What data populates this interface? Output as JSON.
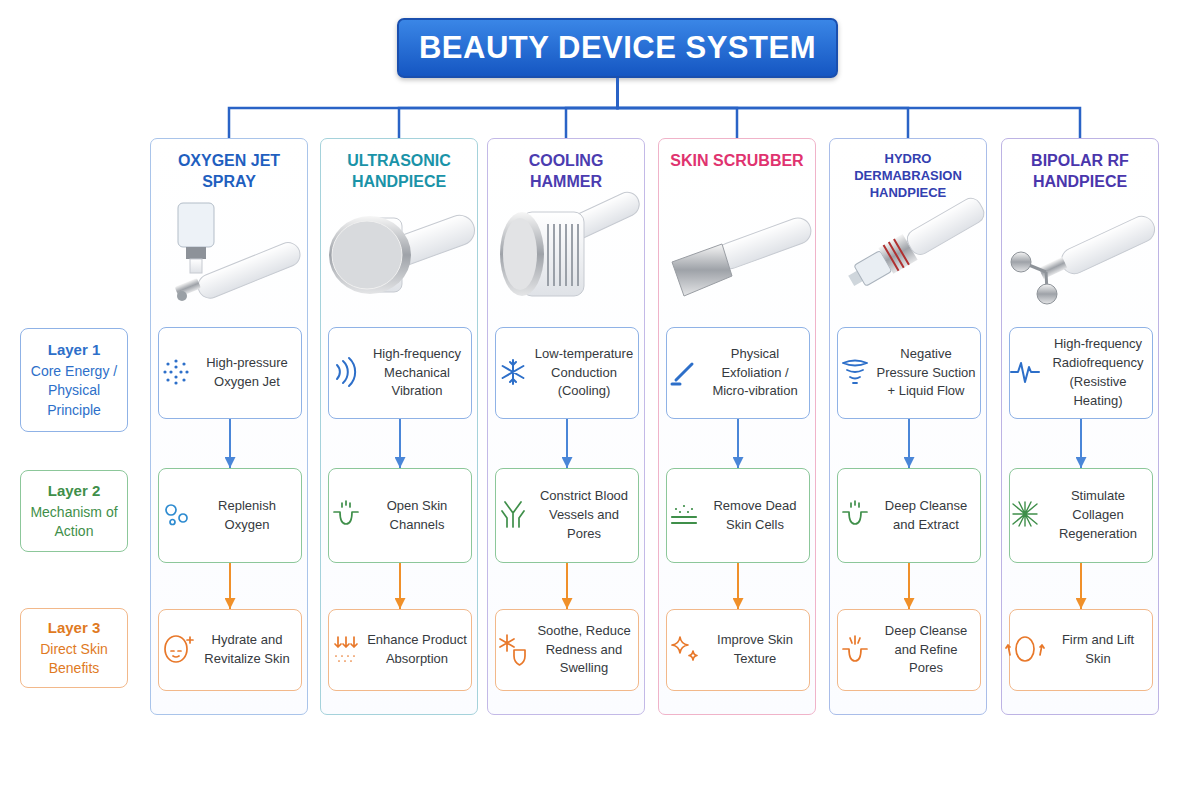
{
  "diagram": {
    "nodes": [
      {
        "text": [
          "BEAUTY DEVICE SYSTEM"
        ]
      },
      {
        "text": [
          "OXYGEN JET SPRAY"
        ]
      },
      {
        "text": [
          "High-pressure Oxygen Jet"
        ],
        "in": 1
      },
      {
        "text": [
          "Replenish Oxygen"
        ],
        "in": 1
      },
      {
        "text": [
          "Hydrate and Revitalize Skin"
        ],
        "in": 1
      },
      {
        "text": [
          "ULTRASONIC HANDPIECE"
        ]
      },
      {
        "text": [
          "High-frequency Mechanical Vibration"
        ],
        "in": 5
      },
      {
        "text": [
          "Open Skin Channels"
        ],
        "in": 5
      },
      {
        "text": [
          "Enhance Product Absorption"
        ],
        "in": 5
      },
      {
        "text": [
          "COOLING HAMMER"
        ]
      },
      {
        "text": [
          "Low-temperature Conduction (Cooling)"
        ],
        "in": 9
      },
      {
        "text": [
          "Constrict Blood Vessels and Pores"
        ],
        "in": 9
      },
      {
        "text": [
          "Soothe, Reduce Redness and Swelling"
        ],
        "in": 9
      },
      {
        "text": [
          "SKIN SCRUBBER"
        ]
      },
      {
        "text": [
          "Physical Exfoliation / Micro-vibration"
        ],
        "in": 13
      },
      {
        "text": [
          "Remove Dead Skin Cells"
        ],
        "in": 13
      },
      {
        "text": [
          "Improve Skin Texture"
        ],
        "in": 13
      },
      {
        "text": [
          "HYDRO DERMABRASION HANDPIECE"
        ]
      },
      {
        "text": [
          "Negative Pressure Suction + Liquid Flow"
        ],
        "in": 17
      },
      {
        "text": [
          "Deep Cleanse and Extract"
        ],
        "in": 17
      },
      {
        "text": [
          "Deep Cleanse and Refine Pores"
        ],
        "in": 17
      },
      {
        "text": [
          "BIPOLAR RF HANDPIECE"
        ]
      },
      {
        "text": [
          "High-frequency Radiofrequency (Resistive Heating)"
        ],
        "in": 21
      },
      {
        "text": [
          "Stimulate Collagen Regeneration"
        ],
        "in": 21
      },
      {
        "text": [
          "Firm and Lift Skin"
        ],
        "in": 21
      },
      {
        "text": [
          "Layer 1",
          "Core Energy / Physical Principle"
        ]
      },
      {
        "text": [
          "Layer 2",
          "Mechanism of Action"
        ]
      },
      {
        "text": [
          "Layer 3",
          "Direct Skin Benefits"
        ]
      }
    ],
    "edges": [
      {
        "from": 0,
        "to": 1,
        "arrow": "none"
      },
      {
        "from": 0,
        "to": 5,
        "arrow": "none"
      },
      {
        "from": 0,
        "to": 9,
        "arrow": "none"
      },
      {
        "from": 0,
        "to": 13,
        "arrow": "none"
      },
      {
        "from": 0,
        "to": 17,
        "arrow": "none"
      },
      {
        "from": 0,
        "to": 21,
        "arrow": "none"
      },
      {
        "from": 2,
        "to": 3,
        "arrow": "to"
      },
      {
        "from": 3,
        "to": 4,
        "arrow": "to"
      },
      {
        "from": 6,
        "to": 7,
        "arrow": "to"
      },
      {
        "from": 7,
        "to": 8,
        "arrow": "to"
      },
      {
        "from": 10,
        "to": 11,
        "arrow": "to"
      },
      {
        "from": 11,
        "to": 12,
        "arrow": "to"
      },
      {
        "from": 14,
        "to": 15,
        "arrow": "to"
      },
      {
        "from": 15,
        "to": 16,
        "arrow": "to"
      },
      {
        "from": 18,
        "to": 19,
        "arrow": "to"
      },
      {
        "from": 19,
        "to": 20,
        "arrow": "to"
      },
      {
        "from": 22,
        "to": 23,
        "arrow": "to"
      },
      {
        "from": 23,
        "to": 24,
        "arrow": "to"
      }
    ]
  }
}
